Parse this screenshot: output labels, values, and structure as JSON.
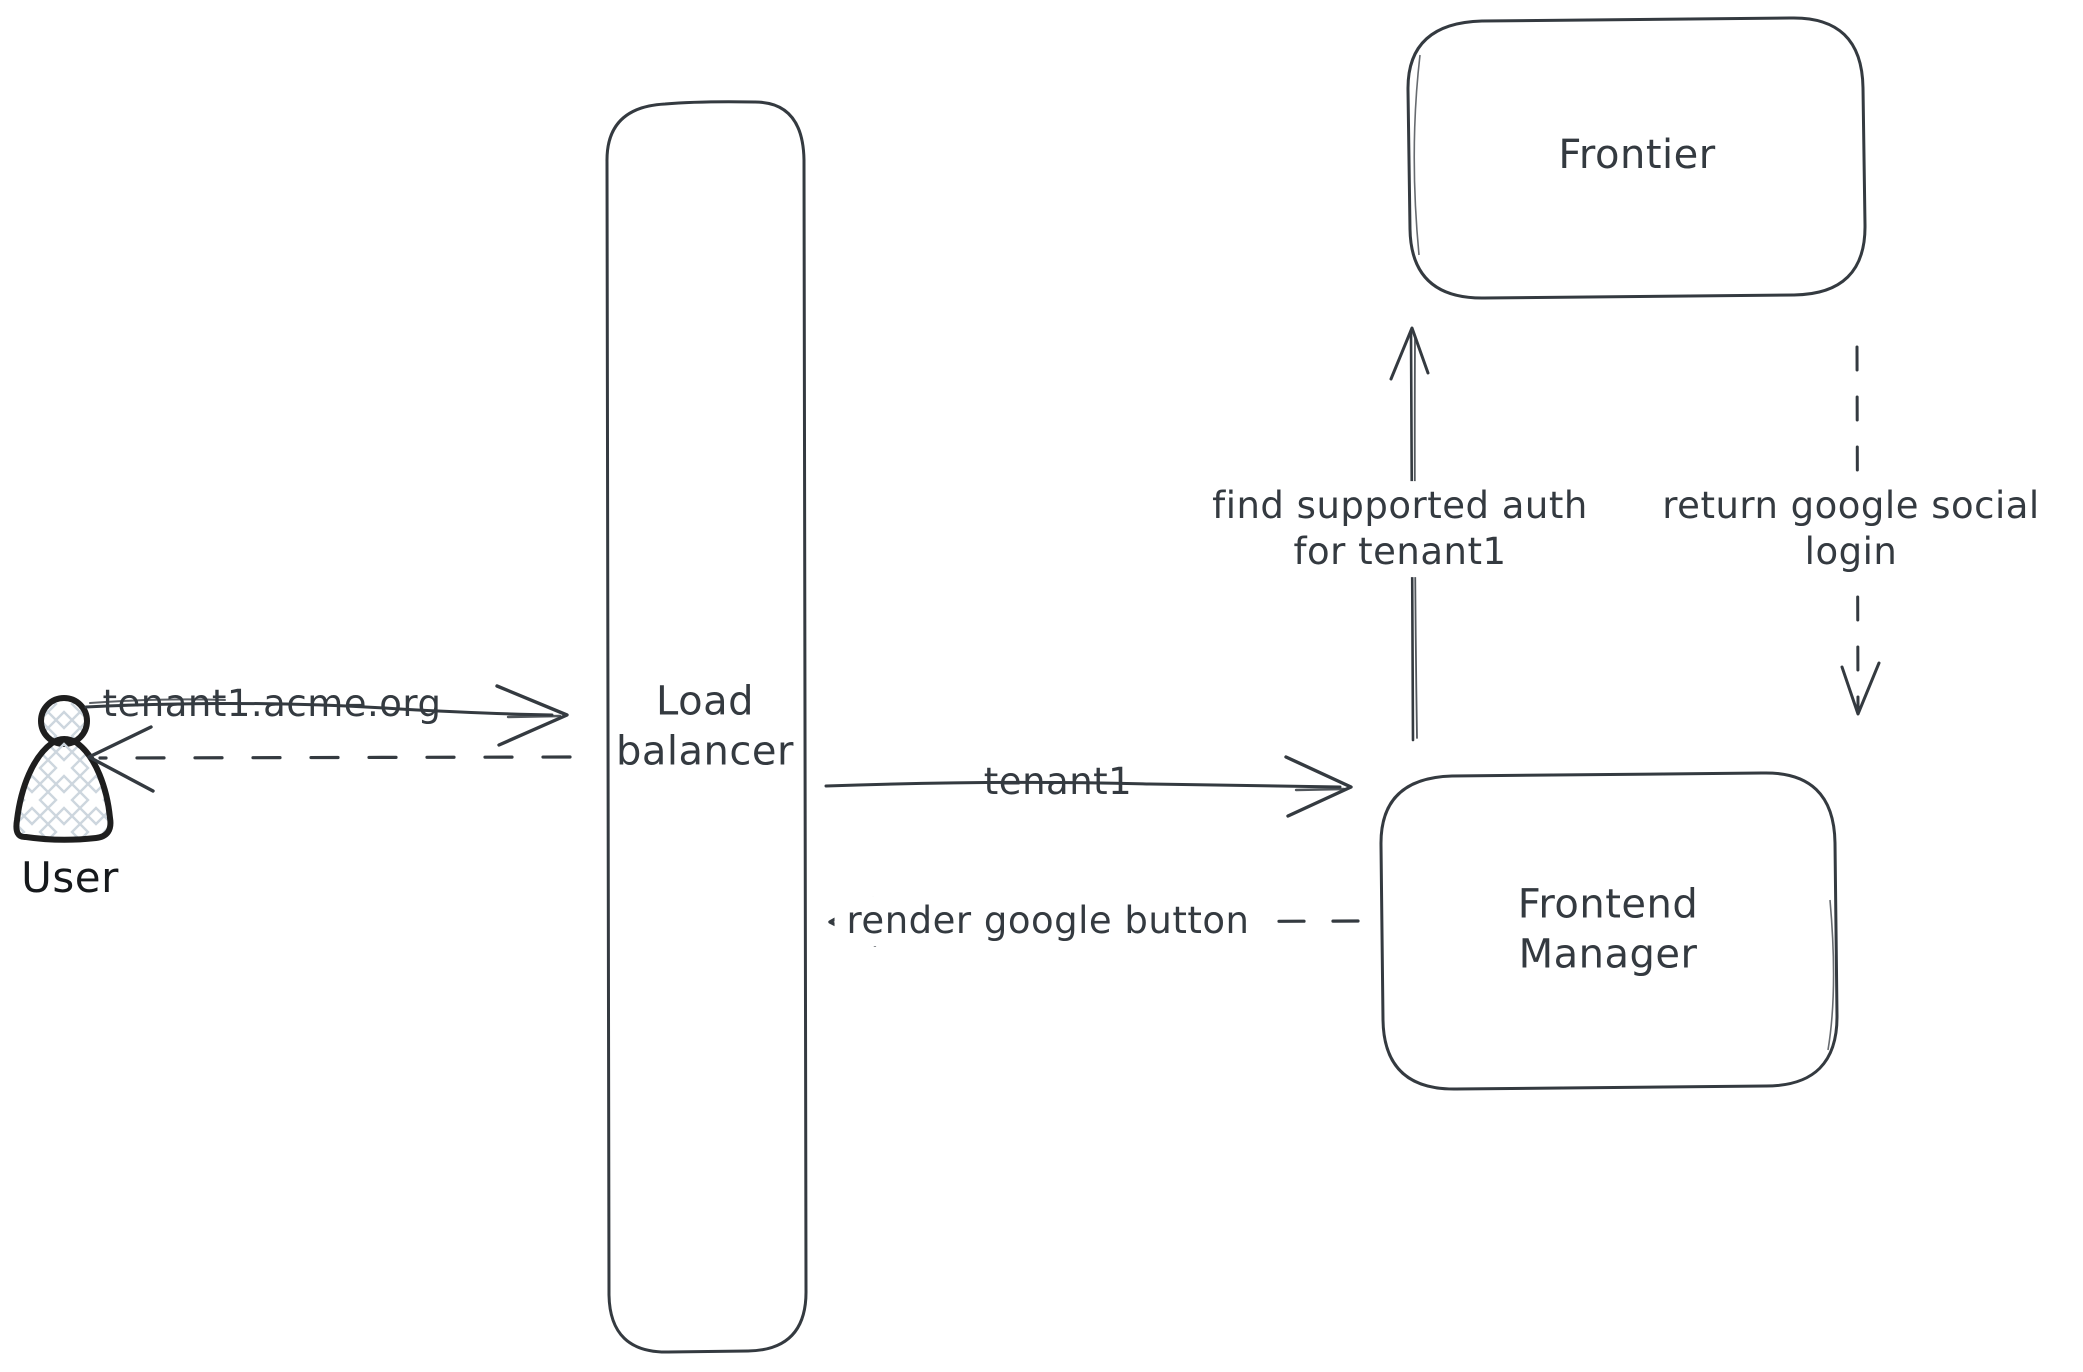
{
  "colors": {
    "stroke": "#343a40",
    "actor_stroke": "#1e1e1e",
    "hatch_fill": "#cdd6de",
    "background": "#ffffff"
  },
  "actor": {
    "icon": "person-icon",
    "label": "User"
  },
  "nodes": {
    "load_balancer": {
      "lines": [
        "Load",
        "balancer"
      ]
    },
    "frontier": {
      "label": "Frontier"
    },
    "frontend_manager": {
      "lines": [
        "Frontend",
        "Manager"
      ]
    }
  },
  "edges": {
    "request_domain": {
      "label": "tenant1.acme.org",
      "style": "solid",
      "from": "User",
      "to": "Load balancer"
    },
    "response_to_user": {
      "label": "",
      "style": "dashed",
      "from": "Load balancer",
      "to": "User"
    },
    "tenant_route": {
      "label": "tenant1",
      "style": "solid",
      "from": "Load balancer",
      "to": "Frontend Manager"
    },
    "render_google_button": {
      "label": "render google button",
      "style": "dashed",
      "from": "Frontend Manager",
      "to": "Load balancer"
    },
    "find_supported_auth": {
      "lines": [
        "find supported auth",
        "for tenant1"
      ],
      "style": "solid",
      "from": "Frontend Manager",
      "to": "Frontier"
    },
    "return_google_social_login": {
      "lines": [
        "return google social",
        "login"
      ],
      "style": "dashed",
      "from": "Frontier",
      "to": "Frontend Manager"
    }
  }
}
